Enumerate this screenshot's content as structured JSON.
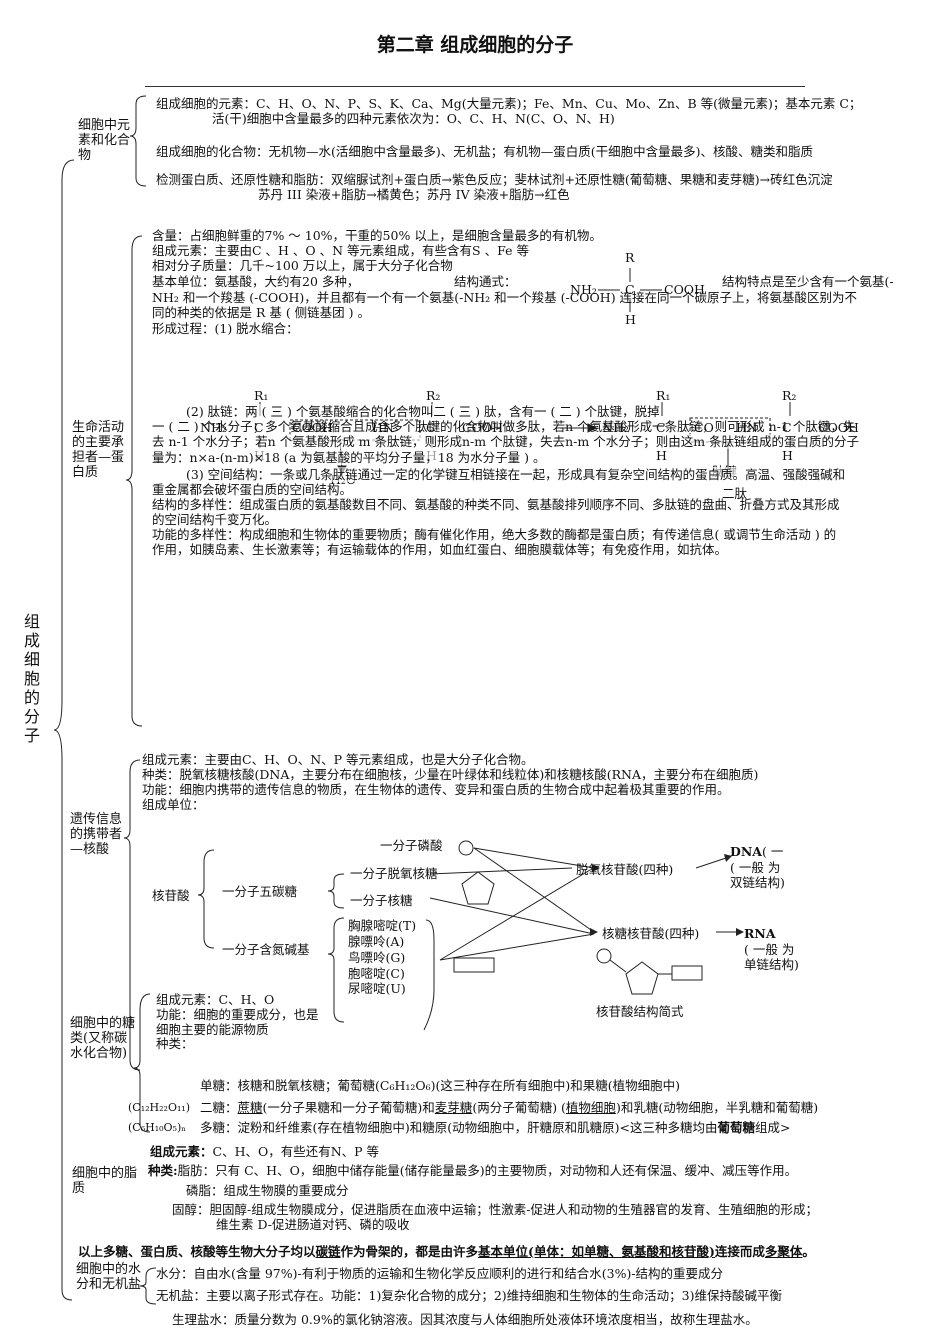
{
  "title": "第二章 组成细胞的分子",
  "root_label": "组成细胞的分子",
  "sections": {
    "elements": {
      "label": "细胞中元素和化合物",
      "l1": "组成细胞的元素：C、H、O、N、P、S、K、Ca、Mg(大量元素)；Fe、Mn、Cu、Mo、Zn、B 等(微量元素)；基本元素 C；",
      "l2": "活(干)细胞中含量最多的四种元素依次为：O、C、H、N(C、O、N、H)",
      "l3": "组成细胞的化合物：无机物—水(活细胞中含量最多)、无机盐；有机物—蛋白质(干细胞中含量最多)、核酸、糖类和脂质",
      "l4": "检测蛋白质、还原性糖和脂肪：双缩脲试剂+蛋白质→紫色反应；斐林试剂+还原性糖(葡萄糖、果糖和麦芽糖)→砖红色沉淀",
      "l5": "苏丹 III 染液+脂肪→橘黄色；苏丹 IV 染液+脂肪→红色"
    },
    "protein": {
      "label": "生命活动的主要承担者—蛋白质",
      "l1": "含量：占细胞鲜重的7% ～ 10%，干重的50% 以上，是细胞含量最多的有机物。",
      "l2": "组成元素：主要由C 、H 、O 、N 等元素组成，有些含有S 、Fe 等",
      "l3": "相对分子质量：几千~100 万以上，属于大分子化合物",
      "l4a": "基本单位：氨基酸，大约有20 多种，",
      "l4b": "结构通式：",
      "l4c": "结构特点是至少含有一个氨基(-",
      "l5": "NH₂ 和一个羧基 (-COOH)，并且都有一个有一个氨基(-NH₂ 和一个羧基 (-COOH) 连接在同一个碳原子上，将氨基酸区别为不",
      "l6": "同的种类的依据是 R 基 ( 侧链基团 ) 。",
      "l7": "形成过程：(1) 脱水缩合：",
      "formula": {
        "r": "R",
        "nh2": "NH₂",
        "c": "C",
        "cooh": "COOH",
        "h": "H"
      },
      "dehydration": {
        "r1": "R₁",
        "r2": "R₂",
        "h": "H",
        "nh2": "NH₂",
        "c": "C",
        "cooh": "COOH",
        "hn": "HN",
        "co": "CO",
        "h2o": "H₂O",
        "tide_bond": "肽键",
        "dipeptide": "二肽"
      },
      "l8": "(2) 肽链：两 ( 三 ) 个氨基酸缩合的化合物叫二 ( 三 ) 肽，含有一 ( 二 ) 个肽键，脱掉",
      "l9": "一 ( 二 ) 个水分子；多个氨基酸缩合且成含多个肽键的化合物叫做多肽，若n 个氨基酸形成一条肽链，则可形成 n-1 个肽键，失",
      "l10": "去 n-1 个水分子；若n 个氨基酸形成 m 条肽链，则形成n-m 个肽键，失去n-m 个水分子；则由这m 条肽链组成的蛋白质的分子",
      "l11": "量为：n×a-(n-m)×18 (a 为氨基酸的平均分子量，18 为水分子量 ) 。",
      "l12": "(3) 空间结构：一条或几条肽链通过一定的化学键互相链接在一起，形成具有复杂空间结构的蛋白质。高温、强酸强碱和",
      "l13": "重金属都会破坏蛋白质的空间结构。",
      "l14": "结构的多样性：组成蛋白质的氨基酸数目不同、氨基酸的种类不同、氨基酸排列顺序不同、多肽链的盘曲、折叠方式及其形成",
      "l15": "的空间结构千变万化。",
      "l16": "功能的多样性：构成细胞和生物体的重要物质；酶有催化作用，绝大多数的酶都是蛋白质；有传递信息( 或调节生命活动 ) 的",
      "l17": "作用，如胰岛素、生长激素等；有运输载体的作用，如血红蛋白、细胞膜载体等；有免疫作用，如抗体。"
    },
    "nucleic": {
      "label": "遗传信息的携带者—核酸",
      "l1": "组成元素：主要由C、H、O、N、P 等元素组成，也是大分子化合物。",
      "l2": "种类：脱氧核糖核酸(DNA，主要分布在细胞核，少量在叶绿体和线粒体)和核糖核酸(RNA，主要分布在细胞质)",
      "l3": "功能：细胞内携带的遗传信息的物质，在生物体的遗传、变异和蛋白质的生物合成中起着极其重要的作用。",
      "l4": "组成单位：",
      "nucleotide": "核苷酸",
      "phosphate": "一分子磷酸",
      "pentose": "一分子五碳糖",
      "deoxyribose": "一分子脱氧核糖",
      "ribose": "一分子核糖",
      "base": "一分子含氮碱基",
      "bases": [
        "胸腺嘧啶(T)",
        "腺嘌呤(A)",
        "鸟嘌呤(G)",
        "胞嘧啶(C)",
        "尿嘧啶(U)"
      ],
      "deoxy_nt": "脱氧核苷酸(四种)",
      "ribo_nt": "核糖核苷酸(四种)",
      "dna_label": "DNA",
      "dna_desc": "( 一般 为 双链结构)",
      "rna_label": "RNA",
      "rna_desc": "( 一般 为 单链结构)",
      "structure_caption": "核苷酸结构简式"
    },
    "sugar": {
      "label": "细胞中的糖类(又称碳水化合物)",
      "l1": "组成元素：C、H、O",
      "l2": "功能：细胞的重要成分，也是细胞主要的能源物质",
      "l3": "种类：",
      "mono": "单糖：核糖和脱氧核糖；葡萄糖(C₆H₁₂O₆)(这三种存在所有细胞中)和果糖(植物细胞中)",
      "di_formula": "(C₁₂H₂₂O₁₁)",
      "di_a": "二糖：",
      "di_sucrose": "蔗糖",
      "di_b": "(一分子果糖和一分子葡萄糖)和",
      "di_maltose": "麦芽糖",
      "di_c": "(两分子葡萄糖) (",
      "di_plant": "植物细胞",
      "di_d": ")和乳糖(动物细胞，半乳糖和葡萄糖)",
      "poly_formula": "(C₆H₁₀O₅)ₙ",
      "poly_a": "多糖：淀粉和纤维素(存在植物细胞中)和糖原(动物细胞中，肝糖原和肌糖原)<这三种多糖均由",
      "poly_glucose": "葡萄糖",
      "poly_b": "组成>"
    },
    "lipid": {
      "label": "细胞中的脂质",
      "l1_bold": "组成元素：",
      "l1": "C、H、O，有些还有N、P 等",
      "l2_bold": "种类:",
      "l2": "脂肪：只有 C、H、O，细胞中储存能量(储存能量最多)的主要物质，对动物和人还有保温、缓冲、减压等作用。",
      "l3": "磷脂：组成生物膜的重要成分",
      "l4": "固醇：胆固醇-组成生物膜成分，促进脂质在血液中运输；性激素-促进人和动物的生殖器官的发育、生殖细胞的形成；",
      "l5": "维生素 D-促进肠道对钙、磷的吸收"
    },
    "summary": {
      "a": "以上多糖、蛋白质、核酸等生物大分子均以",
      "b": "碳链",
      "c": "作为骨架的，都是由许多",
      "d": "基本单位(单体：如单糖、氨基酸和核苷酸)",
      "e": "连接而成",
      "f": "多聚体",
      "g": "。"
    },
    "water_salt": {
      "label": "细胞中的水分和无机盐",
      "l1": "水分：自由水(含量 97%)-有利于物质的运输和生物化学反应顺利的进行和结合水(3%)-结构的重要成分",
      "l2": "无机盐：主要以离子形式存在。功能：1)复杂化合物的成分；2)维持细胞和生物体的生命活动；3)维保持酸碱平衡",
      "l3": "生理盐水：质量分数为 0.9%的氯化钠溶液。因其浓度与人体细胞所处液体环境浓度相当，故称生理盐水。"
    }
  }
}
